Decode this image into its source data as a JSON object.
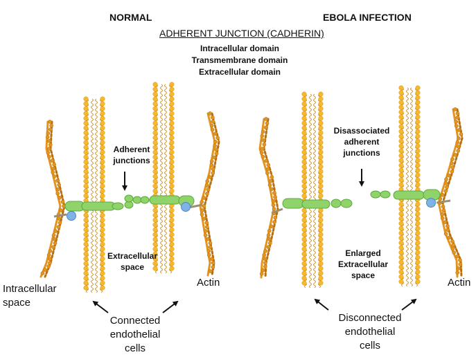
{
  "headings": {
    "left": "NORMAL",
    "right": "EBOLA INFECTION"
  },
  "legend": {
    "title": "ADHERENT JUNCTION (CADHERIN)",
    "items": [
      "Intracellular domain",
      "Transmembrane domain",
      "Extracellular domain"
    ]
  },
  "normal": {
    "adherent_junctions": "Adherent\njunctions",
    "extracellular_space": "Extracellular\nspace",
    "intracellular_space": "Intracellular\nspace",
    "actin": "Actin",
    "connected_cells": "Connected\nendothelial\ncells"
  },
  "ebola": {
    "disassociated_junctions": "Disassociated\nadherent\njunctions",
    "enlarged_space": "Enlarged\nExtracellular\nspace",
    "actin": "Actin",
    "disconnected_cells": "Disconnected\nendothelial\ncells"
  },
  "colors": {
    "lipid_head": "#f5b82e",
    "lipid_tail": "#c98a18",
    "cadherin": "#8fd36a",
    "cadherin_edge": "#5aa83c",
    "catenin": "#7fb3e6",
    "actin": "#e3941f",
    "arrow": "#111111"
  }
}
